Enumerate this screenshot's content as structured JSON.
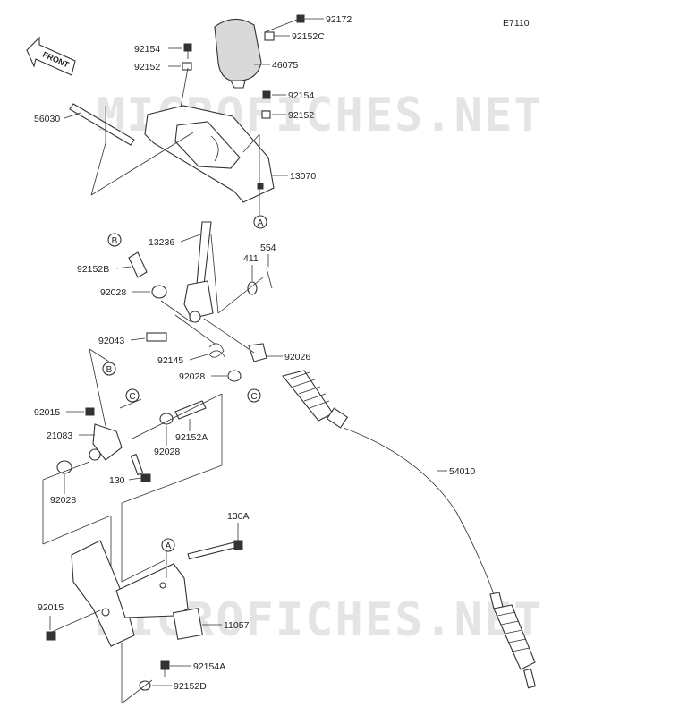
{
  "diagram": {
    "code": "E7110",
    "watermarks": [
      "MICROFICHES.NET",
      "MICROFICHES.NET"
    ],
    "front_arrow": "FRONT",
    "refs": [
      "A",
      "A",
      "B",
      "B",
      "C",
      "C"
    ],
    "parts": [
      "92172",
      "92152C",
      "46075",
      "92154",
      "92152",
      "92154",
      "92152",
      "56030",
      "13070",
      "13236",
      "554",
      "411",
      "92152B",
      "92028",
      "92043",
      "92145",
      "92026",
      "92028",
      "92015",
      "21083",
      "92152A",
      "92028",
      "130",
      "92028",
      "54010",
      "130A",
      "92015",
      "11057",
      "92154A",
      "92152D"
    ]
  }
}
